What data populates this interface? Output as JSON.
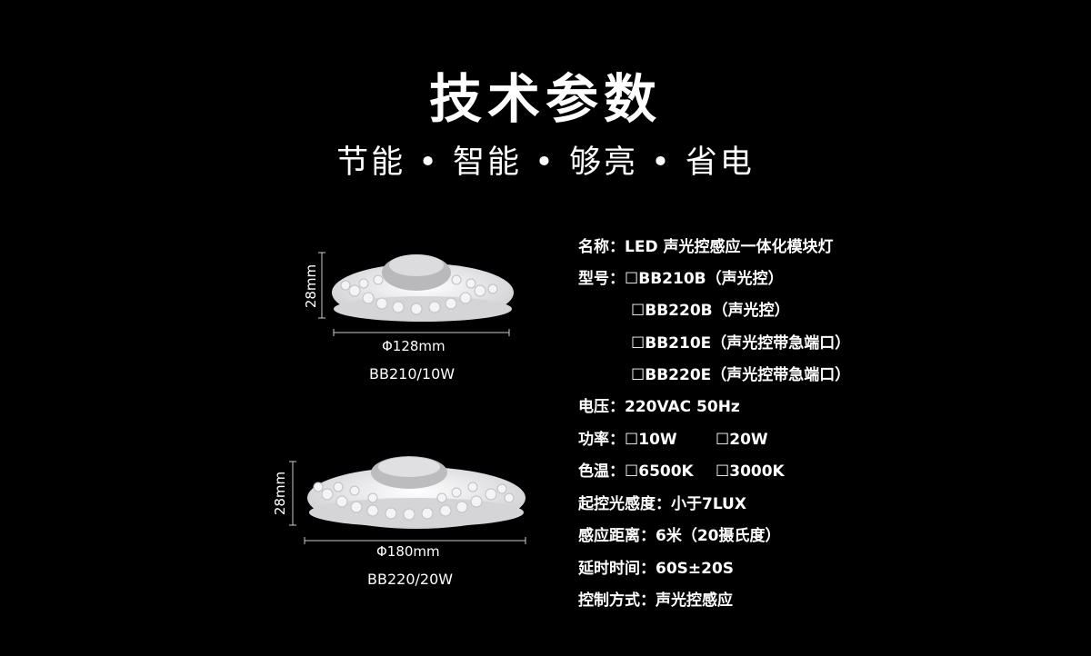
{
  "header": {
    "title": "技术参数",
    "subtitle": "节能 • 智能 • 够亮 • 省电"
  },
  "products": [
    {
      "height_label": "28mm",
      "diameter_label": "Φ128mm",
      "model": "BB210/10W"
    },
    {
      "height_label": "28mm",
      "diameter_label": "Φ180mm",
      "model": "BB220/20W"
    }
  ],
  "specs": {
    "name_label": "名称：",
    "name_value": "LED 声光控感应一体化模块灯",
    "model_label": "型号：",
    "model_options": [
      "☐BB210B（声光控）",
      "☐BB220B（声光控）",
      "☐BB210E（声光控带急端口）",
      "☐BB220E（声光控带急端口）"
    ],
    "voltage_label": "电压：",
    "voltage_value": "220VAC  50Hz",
    "power_label": "功率：",
    "power_options": [
      "☐10W",
      "☐20W"
    ],
    "color_temp_label": "色温：",
    "color_temp_options": [
      "☐6500K",
      "☐3000K"
    ],
    "sensitivity_label": "起控光感度：",
    "sensitivity_value": "小于7LUX",
    "distance_label": "感应距离：",
    "distance_value": "6米（20摄氏度）",
    "delay_label": "延时时间：",
    "delay_value": "60S±20S",
    "control_label": "控制方式：",
    "control_value": "声光控感应"
  },
  "colors": {
    "background": "#000000",
    "text": "#ffffff",
    "lamp_body": "#e8e8ea"
  }
}
